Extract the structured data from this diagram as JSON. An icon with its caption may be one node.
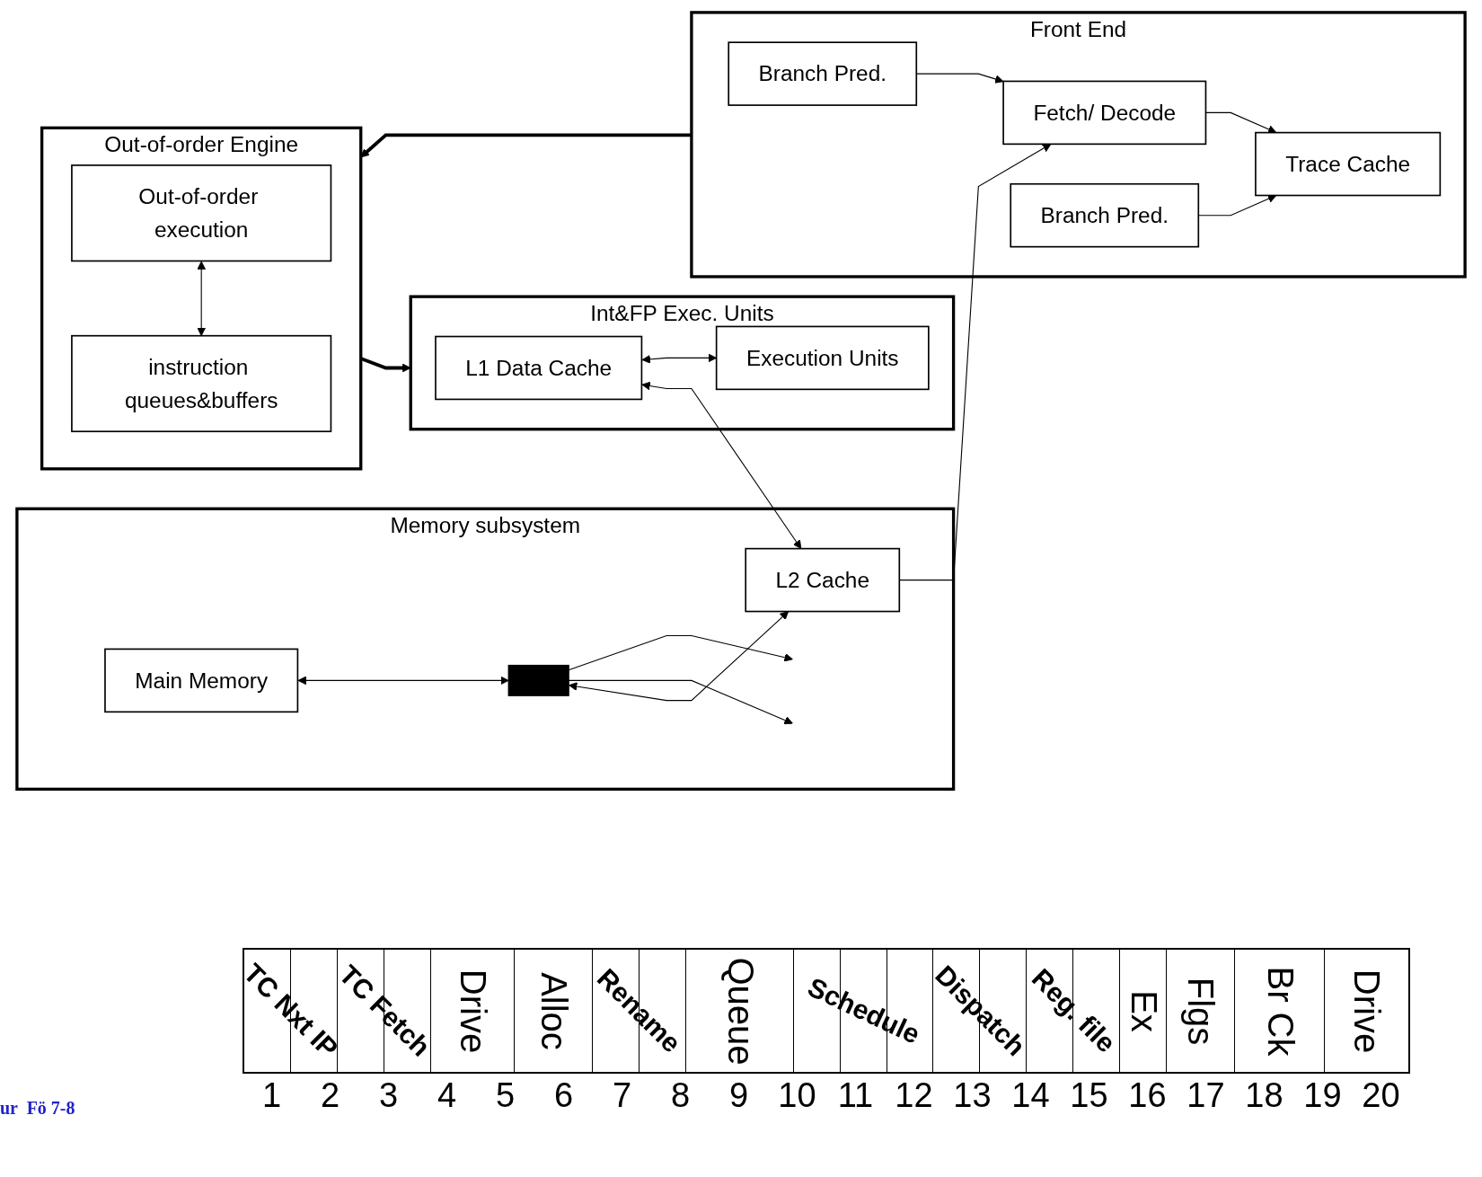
{
  "diagram": {
    "nodes": [
      {
        "text": [
          "Memory subsystem"
        ]
      },
      {
        "text": [
          "Main Memory"
        ],
        "in": 0
      },
      {
        "text": [
          "L2 Cache"
        ],
        "in": 0
      },
      {
        "text": [],
        "shape": "bar",
        "in": 0
      },
      {
        "text": [
          "Front End"
        ]
      },
      {
        "text": [
          "Fetch/ Decode"
        ],
        "in": 4
      },
      {
        "text": [
          "Trace Cache"
        ],
        "in": 4
      },
      {
        "text": [
          "Branch Pred."
        ],
        "in": 4
      },
      {
        "text": [
          "Branch Pred."
        ],
        "in": 4
      },
      {
        "text": [
          "Out-of-order Engine"
        ]
      },
      {
        "text": [
          "Out-of-order execution"
        ],
        "in": 9
      },
      {
        "text": [
          "instruction queues&buffers"
        ],
        "in": 9
      },
      {
        "text": [
          "Int&FP Exec. Units"
        ]
      },
      {
        "text": [
          "L1 Data Cache"
        ],
        "in": 12
      },
      {
        "text": [
          "Execution Units"
        ],
        "in": 12
      }
    ],
    "edges": [
      {
        "from": 1,
        "to": 3,
        "arrow": "both"
      },
      {
        "from": 3,
        "to": 2,
        "arrow": "both"
      },
      {
        "from": 3,
        "to": null,
        "arrow": "to"
      },
      {
        "from": 3,
        "to": null,
        "arrow": "to"
      },
      {
        "from": 2,
        "to": 5,
        "arrow": "to"
      },
      {
        "from": 13,
        "to": 2,
        "arrow": "both"
      },
      {
        "from": 5,
        "to": 6,
        "arrow": "to"
      },
      {
        "from": 7,
        "to": 5,
        "arrow": "to"
      },
      {
        "from": 8,
        "to": 6,
        "arrow": "to"
      },
      {
        "from": 4,
        "to": 9,
        "arrow": "to",
        "style": "thick"
      },
      {
        "from": 10,
        "to": 11,
        "arrow": "both"
      },
      {
        "from": 9,
        "to": 12,
        "arrow": "to",
        "style": "thick"
      },
      {
        "from": 13,
        "to": 14,
        "arrow": "both"
      }
    ],
    "labels": [
      "TC Nxt IP",
      "TC Fetch",
      "Drive",
      "Alloc",
      "Rename",
      "Queue",
      "Schedule",
      "Dispatch",
      "Reg. file",
      "Ex",
      "Flgs",
      "Br Ck",
      "Drive",
      "1",
      "2",
      "3",
      "4",
      "5",
      "6",
      "7",
      "8",
      "9",
      "10",
      "11",
      "12",
      "13",
      "14",
      "15",
      "16",
      "17",
      "18",
      "19",
      "20",
      "ur  Fö 7-8"
    ]
  }
}
